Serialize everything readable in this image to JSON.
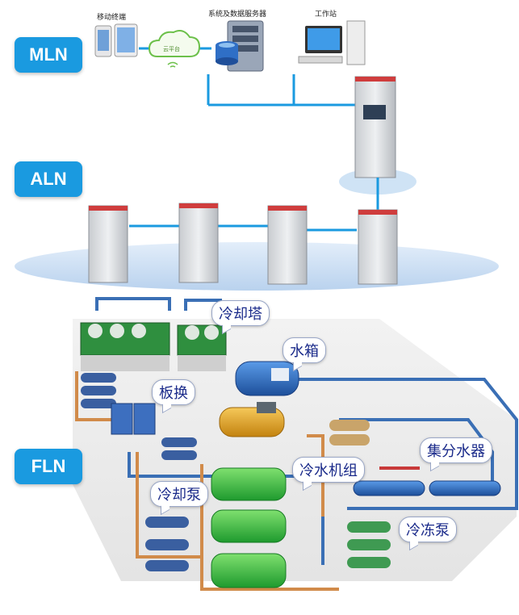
{
  "layers": {
    "mln": "MLN",
    "aln": "ALN",
    "fln": "FLN"
  },
  "devices": {
    "mobile": "移动终端",
    "cloud": "云平台",
    "server": "系统及数据服务器",
    "workstation": "工作站"
  },
  "equipment": {
    "cooling_tower": "冷却塔",
    "water_tank": "水箱",
    "plate_exchanger": "板换",
    "chiller_unit": "冷水机组",
    "manifold": "集分水器",
    "cooling_pump": "冷却泵",
    "chilled_pump": "冷冻泵"
  },
  "colors": {
    "badge": "#1a9ae0",
    "network_line": "#1a9ae0",
    "platform": "#c9ddf2",
    "pipe_blue": "#3a6fb5",
    "pipe_orange": "#d18b4a",
    "chiller_green": "#3cc44a",
    "tank_blue": "#2d6fc4",
    "exchanger_orange": "#e8a21f"
  },
  "icons": [
    "mobile-phone-icon",
    "tablet-icon",
    "cloud-icon",
    "wifi-icon",
    "server-icon",
    "database-icon",
    "workstation-icon",
    "control-cabinet-icon"
  ]
}
